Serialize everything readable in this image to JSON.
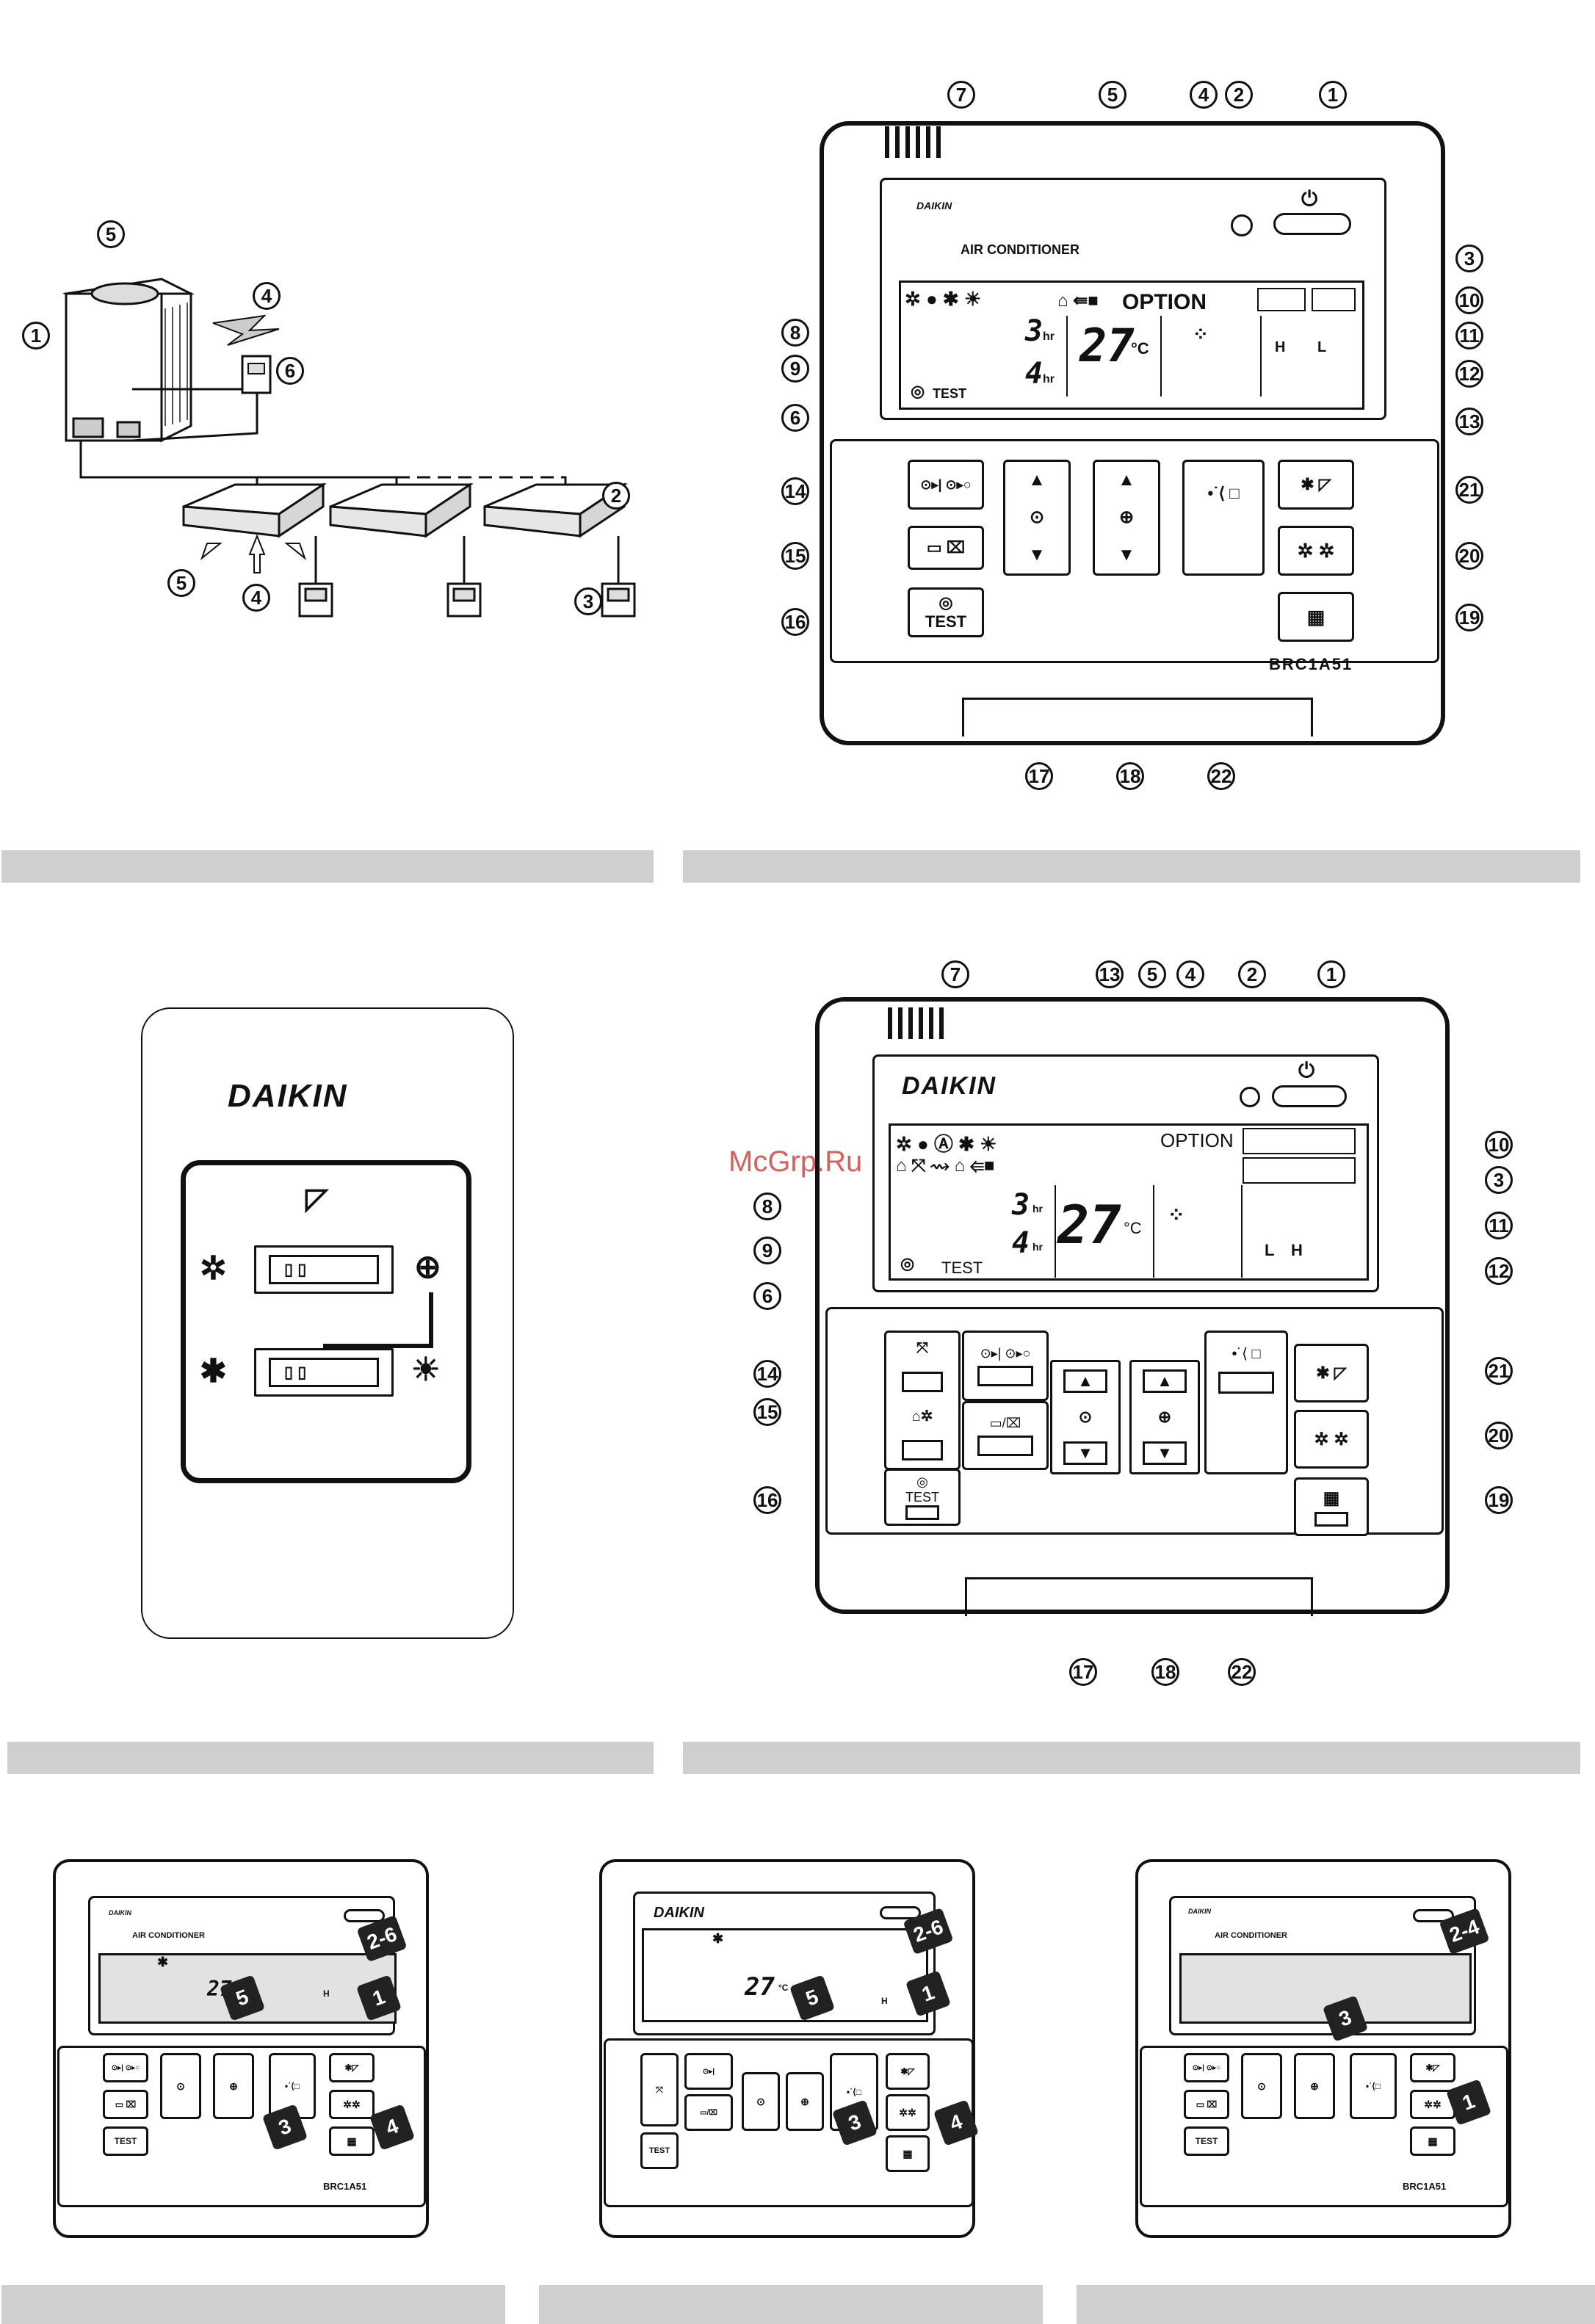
{
  "watermark": "McGrp.Ru",
  "system_diagram": {
    "callouts": [
      "5",
      "1",
      "4",
      "6",
      "2",
      "5",
      "4",
      "3"
    ]
  },
  "remote_top": {
    "brand": "DAIKIN",
    "subtitle": "AIR CONDITIONER",
    "option_label": "OPTION",
    "hr_label": "hr",
    "temp_display": "27",
    "deg_unit": "°C",
    "timer_top": "3",
    "timer_bottom": "4",
    "test_lcd": "TEST",
    "test_button": "TEST",
    "fan_h": "H",
    "fan_l": "L",
    "model": "BRC1A51",
    "callouts_top": [
      "7",
      "5",
      "4",
      "2",
      "1"
    ],
    "callouts_right": [
      "3",
      "10",
      "11",
      "12",
      "13",
      "21",
      "20",
      "19"
    ],
    "callouts_left": [
      "8",
      "9",
      "6",
      "14",
      "15",
      "16"
    ],
    "callouts_bottom": [
      "17",
      "18",
      "22"
    ]
  },
  "switch_panel": {
    "brand": "DAIKIN"
  },
  "remote_mid": {
    "brand": "DAIKIN",
    "option_label": "OPTION",
    "temp_display": "27",
    "deg_unit": "°C",
    "timer_top": "3",
    "timer_bottom": "4",
    "hr_label": "hr",
    "test_lcd": "TEST",
    "test_button": "TEST",
    "fan_l": "L",
    "fan_h": "H",
    "callouts_top": [
      "7",
      "13",
      "5",
      "4",
      "2",
      "1"
    ],
    "callouts_right": [
      "10",
      "3",
      "11",
      "12",
      "21",
      "20",
      "19"
    ],
    "callouts_left": [
      "8",
      "9",
      "6",
      "14",
      "15",
      "16"
    ],
    "callouts_bottom": [
      "17",
      "18",
      "22"
    ]
  },
  "mini_remotes": [
    {
      "brand": "DAIKIN",
      "subtitle": "AIR CONDITIONER",
      "temp": "27",
      "deg": "°C",
      "fan": "H",
      "model": "BRC1A51",
      "test": "TEST",
      "badges": [
        "2-6",
        "1",
        "5",
        "3",
        "4"
      ]
    },
    {
      "brand": "DAIKIN",
      "subtitle": "",
      "temp": "27",
      "deg": "°C",
      "fan": "H",
      "model": "",
      "test": "TEST",
      "badges": [
        "2-6",
        "1",
        "5",
        "3",
        "4"
      ]
    },
    {
      "brand": "DAIKIN",
      "subtitle": "AIR CONDITIONER",
      "temp": "",
      "deg": "",
      "fan": "",
      "model": "BRC1A51",
      "test": "TEST",
      "badges": [
        "2-4",
        "3",
        "1"
      ]
    }
  ]
}
